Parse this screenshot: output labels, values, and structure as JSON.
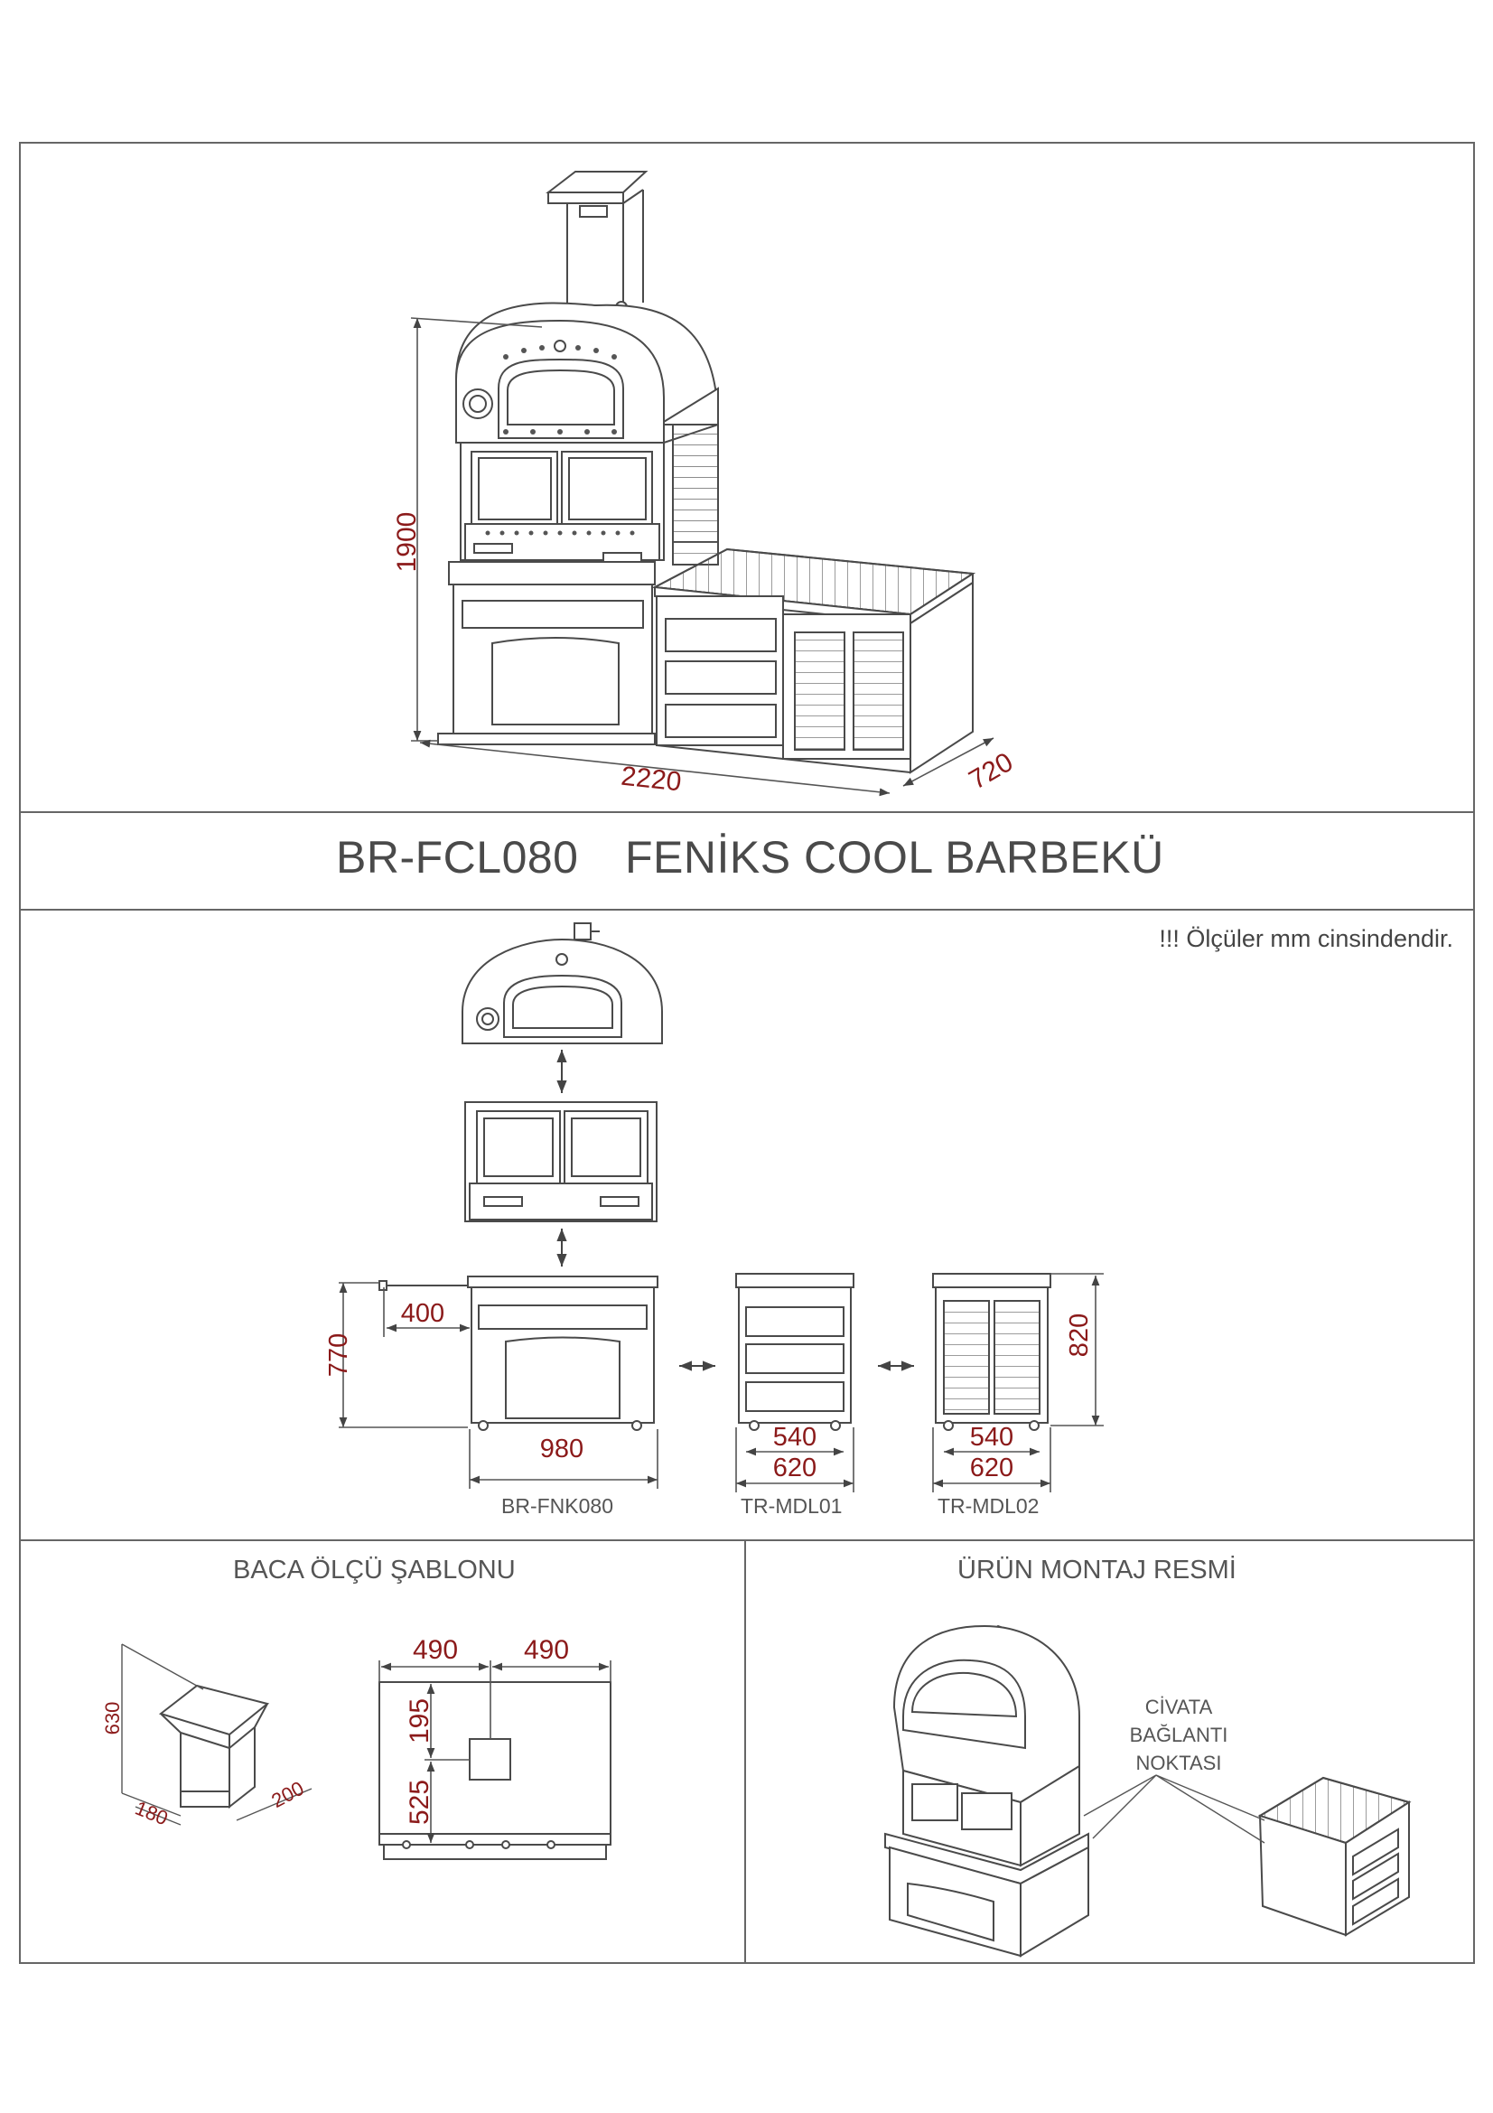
{
  "header": {
    "model_code": "BR-FCL080",
    "product_name": "FENİKS COOL BARBEKÜ"
  },
  "note": "!!! Ölçüler mm cinsindendir.",
  "overall_dims": {
    "height": "1900",
    "width": "2220",
    "depth": "720"
  },
  "modules": [
    {
      "code": "BR-FNK080",
      "height": "770",
      "side_extension": "400",
      "width": "980"
    },
    {
      "code": "TR-MDL01",
      "inner_width": "540",
      "outer_width": "620"
    },
    {
      "code": "TR-MDL02",
      "height": "820",
      "inner_width": "540",
      "outer_width": "620"
    }
  ],
  "chimney_template": {
    "title": "BACA ÖLÇÜ ŞABLONU",
    "post_height": "630",
    "post_width": "180",
    "post_depth": "200",
    "top_left": "490",
    "top_right": "490",
    "hole_from_top": "195",
    "hole_to_bottom": "525"
  },
  "assembly": {
    "title": "ÜRÜN MONTAJ RESMİ",
    "bolt_label_line1": "CİVATA",
    "bolt_label_line2": "BAĞLANTI",
    "bolt_label_line3": "NOKTASI"
  },
  "colors": {
    "dimension": "#8b1a1a",
    "line": "#555555",
    "frame": "#666666"
  }
}
